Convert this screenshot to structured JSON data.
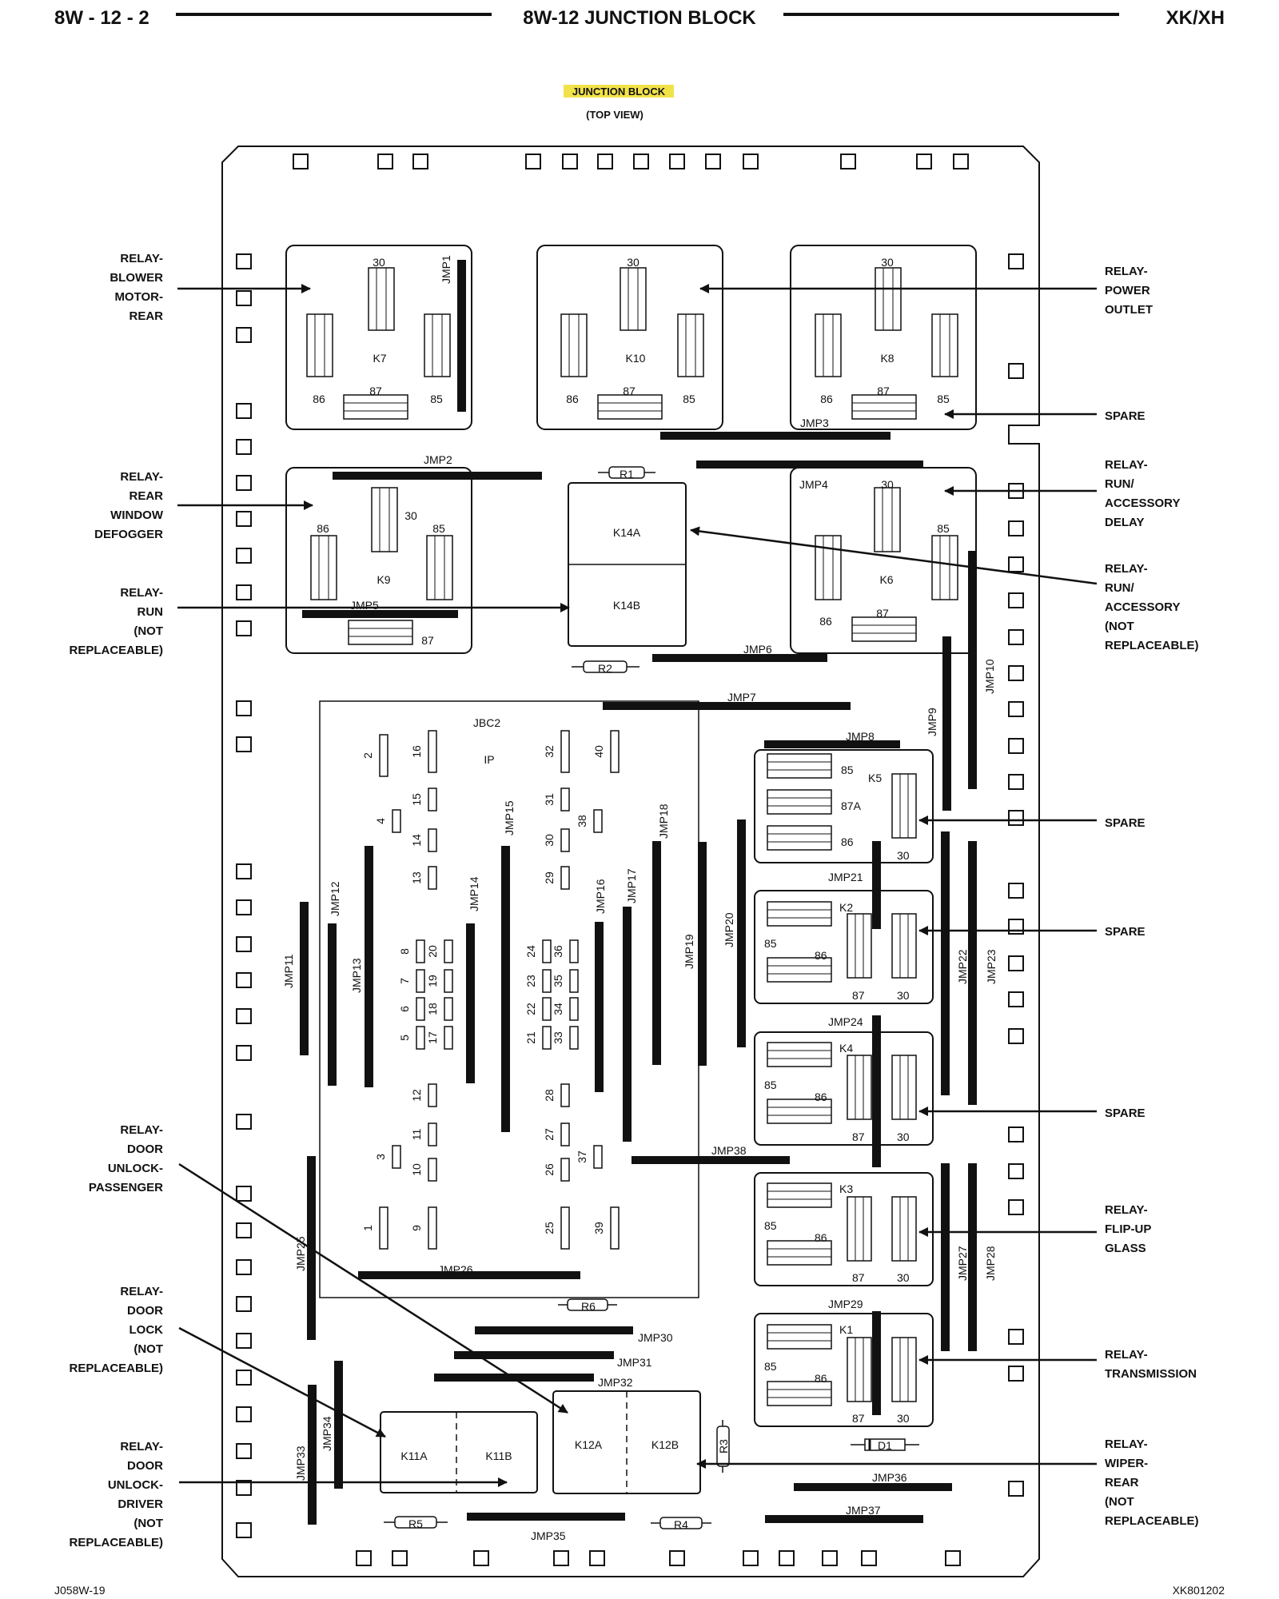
{
  "header": {
    "page_number": "8W - 12 - 2",
    "section_title": "8W-12 JUNCTION BLOCK",
    "model": "XK/XH"
  },
  "figure": {
    "title": "JUNCTION BLOCK",
    "subtitle": "(TOP VIEW)",
    "title_highlight_color": "#f2e24a"
  },
  "callouts": {
    "blower_motor_rear": [
      "RELAY-",
      "BLOWER",
      "MOTOR-",
      "REAR"
    ],
    "power_outlet": [
      "RELAY-",
      "POWER",
      "OUTLET"
    ],
    "spare_k8": [
      "SPARE"
    ],
    "run_acc_delay": [
      "RELAY-",
      "RUN/",
      "ACCESSORY",
      "DELAY"
    ],
    "rear_window_defogger": [
      "RELAY-",
      "REAR",
      "WINDOW",
      "DEFOGGER"
    ],
    "run_acc_not_repl": [
      "RELAY-",
      "RUN/",
      "ACCESSORY",
      "(NOT",
      "REPLACEABLE)"
    ],
    "run_not_repl": [
      "RELAY-",
      "RUN",
      "(NOT",
      "REPLACEABLE)"
    ],
    "spare_k5": [
      "SPARE"
    ],
    "spare_k2": [
      "SPARE"
    ],
    "spare_k4": [
      "SPARE"
    ],
    "door_unlock_passenger": [
      "RELAY-",
      "DOOR",
      "UNLOCK-",
      "PASSENGER"
    ],
    "flip_up_glass": [
      "RELAY-",
      "FLIP-UP",
      "GLASS"
    ],
    "door_lock": [
      "RELAY-",
      "DOOR",
      "LOCK",
      "(NOT",
      "REPLACEABLE)"
    ],
    "transmission": [
      "RELAY-",
      "TRANSMISSION"
    ],
    "door_unlock_driver": [
      "RELAY-",
      "DOOR",
      "UNLOCK-",
      "DRIVER",
      "(NOT",
      "REPLACEABLE)"
    ],
    "wiper_rear": [
      "RELAY-",
      "WIPER-",
      "REAR",
      "(NOT",
      "REPLACEABLE)"
    ]
  },
  "relays": {
    "k7": {
      "name": "K7",
      "pin30": "30",
      "pin86": "86",
      "pin87": "87",
      "pin85": "85"
    },
    "k10": {
      "name": "K10",
      "pin30": "30",
      "pin86": "86",
      "pin87": "87",
      "pin85": "85"
    },
    "k8": {
      "name": "K8",
      "pin30": "30",
      "pin86": "86",
      "pin87": "87",
      "pin85": "85"
    },
    "k9": {
      "name": "K9",
      "pin30": "30",
      "pin86": "86",
      "pin87": "87",
      "pin85": "85"
    },
    "k6": {
      "name": "K6",
      "pin30": "30",
      "pin86": "86",
      "pin87": "87",
      "pin85": "85"
    },
    "k14a": "K14A",
    "k14b": "K14B",
    "k5": {
      "name": "K5",
      "pin85": "85",
      "pin87a": "87A",
      "pin86": "86",
      "pin30": "30"
    },
    "k2": {
      "name": "K2",
      "pin85": "85",
      "pin86": "86",
      "pin87": "87",
      "pin30": "30"
    },
    "k4": {
      "name": "K4",
      "pin85": "85",
      "pin86": "86",
      "pin87": "87",
      "pin30": "30"
    },
    "k3": {
      "name": "K3",
      "pin85": "85",
      "pin86": "86",
      "pin87": "87",
      "pin30": "30"
    },
    "k1": {
      "name": "K1",
      "pin85": "85",
      "pin86": "86",
      "pin87": "87",
      "pin30": "30"
    },
    "k11a": "K11A",
    "k11b": "K11B",
    "k12a": "K12A",
    "k12b": "K12B"
  },
  "resistors": {
    "r1": "R1",
    "r2": "R2",
    "r3": "R3",
    "r4": "R4",
    "r5": "R5",
    "r6": "R6",
    "d1": "D1"
  },
  "connector": {
    "name": "JBC2",
    "sub": "IP",
    "pins": [
      "1",
      "2",
      "3",
      "4",
      "5",
      "6",
      "7",
      "8",
      "9",
      "10",
      "11",
      "12",
      "13",
      "14",
      "15",
      "16",
      "17",
      "18",
      "19",
      "20",
      "21",
      "22",
      "23",
      "24",
      "25",
      "26",
      "27",
      "28",
      "29",
      "30",
      "31",
      "32",
      "33",
      "34",
      "35",
      "36",
      "37",
      "38",
      "39",
      "40"
    ]
  },
  "jumpers": {
    "jmp1": "JMP1",
    "jmp2": "JMP2",
    "jmp3": "JMP3",
    "jmp4": "JMP4",
    "jmp5": "JMP5",
    "jmp6": "JMP6",
    "jmp7": "JMP7",
    "jmp8": "JMP8",
    "jmp9": "JMP9",
    "jmp10": "JMP10",
    "jmp11": "JMP11",
    "jmp12": "JMP12",
    "jmp13": "JMP13",
    "jmp14": "JMP14",
    "jmp15": "JMP15",
    "jmp16": "JMP16",
    "jmp17": "JMP17",
    "jmp18": "JMP18",
    "jmp19": "JMP19",
    "jmp20": "JMP20",
    "jmp21": "JMP21",
    "jmp22": "JMP22",
    "jmp23": "JMP23",
    "jmp24": "JMP24",
    "jmp25": "JMP25",
    "jmp26": "JMP26",
    "jmp27": "JMP27",
    "jmp28": "JMP28",
    "jmp29": "JMP29",
    "jmp30": "JMP30",
    "jmp31": "JMP31",
    "jmp32": "JMP32",
    "jmp33": "JMP33",
    "jmp34": "JMP34",
    "jmp35": "JMP35",
    "jmp36": "JMP36",
    "jmp37": "JMP37",
    "jmp38": "JMP38"
  },
  "footer": {
    "left": "J058W-19",
    "right": "XK801202"
  }
}
